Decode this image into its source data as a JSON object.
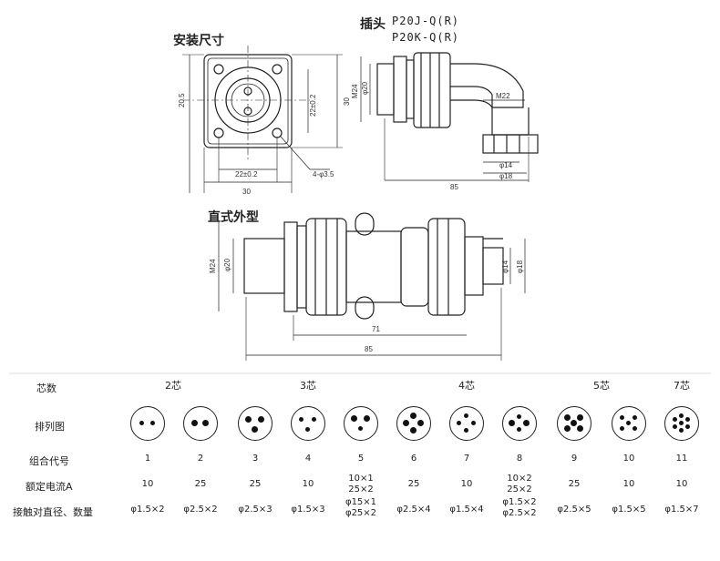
{
  "titles": {
    "mounting": "安装尺寸",
    "plug": "插头",
    "straight": "直式外型"
  },
  "part_numbers": [
    "P20J-Q(R)",
    "P20K-Q(R)"
  ],
  "dimensions": {
    "mount_height": "20.5",
    "mount_inner_vertical": "22±0.2",
    "mount_outer_vertical": "30",
    "mount_inner_horizontal": "22±0.2",
    "mount_outer_horizontal": "30",
    "mount_hole": "4-φ3.5",
    "plug_m24": "M24",
    "plug_d20": "φ20",
    "plug_m22": "M22",
    "plug_d14": "φ14",
    "plug_d18": "φ18",
    "plug_length": "85",
    "straight_m24": "M24",
    "straight_d20": "φ20",
    "straight_d14": "φ14",
    "straight_d18": "φ18",
    "straight_71": "71",
    "straight_85": "85"
  },
  "table": {
    "row_headers": {
      "cores": "芯数",
      "layout": "排列图",
      "code": "组合代号",
      "current": "额定电流A",
      "contact": "接触对直径、数量"
    },
    "core_groups": [
      "2芯",
      "3芯",
      "4芯",
      "5芯",
      "7芯"
    ],
    "columns": [
      {
        "code": "1",
        "current": "10",
        "contact": "φ1.5×2"
      },
      {
        "code": "2",
        "current": "25",
        "contact": "φ2.5×2"
      },
      {
        "code": "3",
        "current": "25",
        "contact": "φ2.5×3"
      },
      {
        "code": "4",
        "current": "10",
        "contact": "φ1.5×3"
      },
      {
        "code": "5",
        "current": "10×1\n25×2",
        "contact": "φ15×1\nφ25×2"
      },
      {
        "code": "6",
        "current": "25",
        "contact": "φ2.5×4"
      },
      {
        "code": "7",
        "current": "10",
        "contact": "φ1.5×4"
      },
      {
        "code": "8",
        "current": "10×2\n25×2",
        "contact": "φ1.5×2\nφ2.5×2"
      },
      {
        "code": "9",
        "current": "25",
        "contact": "φ2.5×5"
      },
      {
        "code": "10",
        "current": "10",
        "contact": "φ1.5×5"
      },
      {
        "code": "11",
        "current": "10",
        "contact": "φ1.5×7"
      }
    ]
  }
}
